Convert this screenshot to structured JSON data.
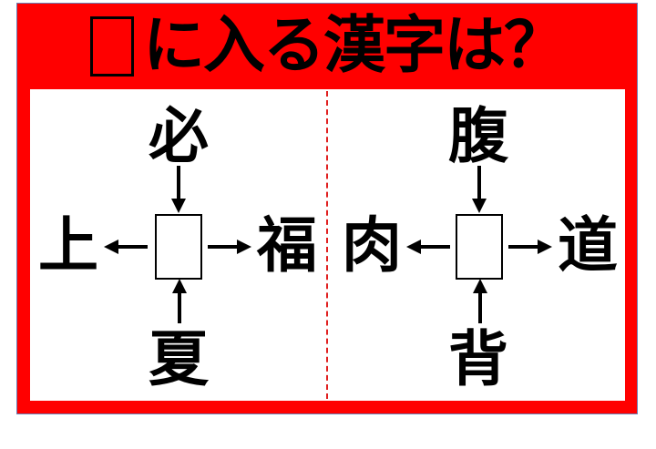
{
  "title": {
    "text": "に入る漢字は？",
    "box_icon": "blank-square"
  },
  "puzzles": [
    {
      "top": "必",
      "left": "上",
      "right": "福",
      "bottom": "夏"
    },
    {
      "top": "腹",
      "left": "肉",
      "right": "道",
      "bottom": "背"
    }
  ],
  "colors": {
    "frame": "#ff0000",
    "divider": "#e02020"
  }
}
